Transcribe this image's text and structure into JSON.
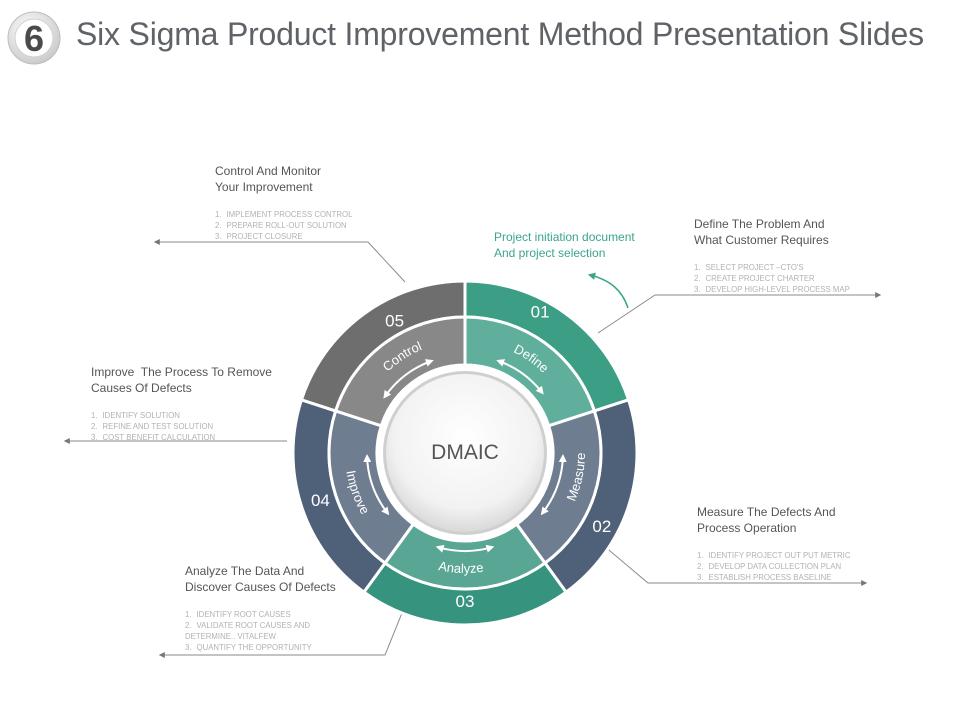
{
  "header": {
    "badge": "6",
    "title": "Six Sigma Product Improvement Method Presentation Slides"
  },
  "diagram": {
    "center_label": "DMAIC",
    "note": "Project initiation document\nAnd project selection",
    "colors": {
      "define": "#3d9e86",
      "measure": "#4f6079",
      "analyze": "#36937e",
      "improve": "#4f6079",
      "control": "#6e6e6e",
      "note": "#3aa58c"
    },
    "stages": [
      {
        "id": "define",
        "number": "01",
        "label": "Define",
        "heading": "Define The Problem And\nWhat Customer Requires",
        "items": [
          "SELECT PROJECT –CTO'S",
          "CREATE PROJECT CHARTER",
          "DEVELOP HIGH-LEVEL PROCESS MAP"
        ]
      },
      {
        "id": "measure",
        "number": "02",
        "label": "Measure",
        "heading": "Measure The Defects And\nProcess Operation",
        "items": [
          "IDENTIFY PROJECT OUT PUT METRIC",
          "DEVELOP DATA COLLECTION PLAN",
          "ESTABLISH PROCESS BASELINE"
        ]
      },
      {
        "id": "analyze",
        "number": "03",
        "label": "Analyze",
        "heading": "Analyze The Data And\nDiscover Causes Of Defects",
        "items": [
          "IDENTIFY ROOT CAUSES",
          "VALIDATE ROOT CAUSES AND\nDETERMINE.. VITALFEW",
          "QUANTIFY THE OPPORTUNITY"
        ]
      },
      {
        "id": "improve",
        "number": "04",
        "label": "Improve",
        "heading": "Improve  The Process To Remove\nCauses Of Defects",
        "items": [
          "IDENTIFY SOLUTION",
          "REFINE AND TEST SOLUTION",
          "COST BENEFIT CALCULATION"
        ]
      },
      {
        "id": "control",
        "number": "05",
        "label": "Control",
        "heading": "Control And Monitor\nYour Improvement",
        "items": [
          "IMPLEMENT PROCESS CONTROL",
          "PREPARE ROLL-OUT SOLUTION",
          "PROJECT CLOSURE"
        ]
      }
    ]
  }
}
